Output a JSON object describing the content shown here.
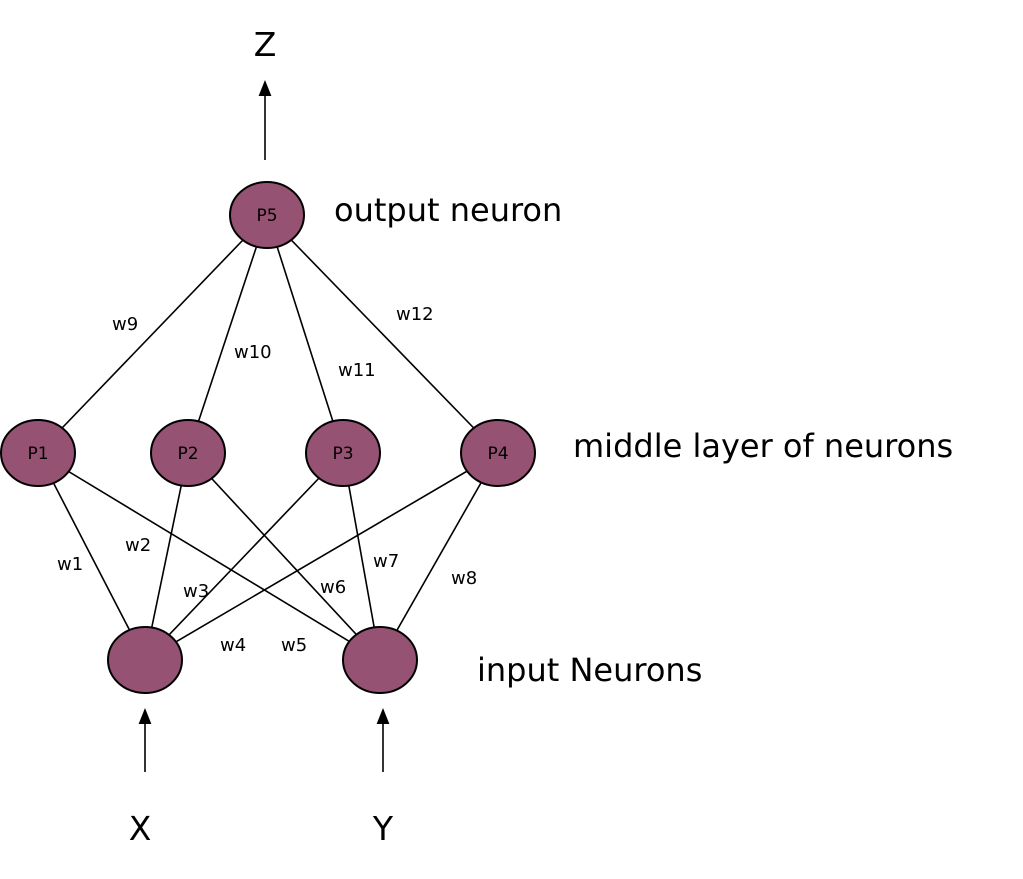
{
  "labels": {
    "output": "output neuron",
    "middle": "middle layer of neurons",
    "input": "input Neurons",
    "z": "Z",
    "x": "X",
    "y": "Y"
  },
  "nodes": {
    "P5": "P5",
    "P1": "P1",
    "P2": "P2",
    "P3": "P3",
    "P4": "P4",
    "IX": "",
    "IY": ""
  },
  "weights": [
    "w1",
    "w2",
    "w3",
    "w4",
    "w5",
    "w6",
    "w7",
    "w8",
    "w9",
    "w10",
    "w11",
    "w12"
  ],
  "edges": [
    [
      "IX",
      "P1"
    ],
    [
      "IX",
      "P2"
    ],
    [
      "IX",
      "P3"
    ],
    [
      "IX",
      "P4"
    ],
    [
      "IY",
      "P1"
    ],
    [
      "IY",
      "P2"
    ],
    [
      "IY",
      "P3"
    ],
    [
      "IY",
      "P4"
    ],
    [
      "P1",
      "P5"
    ],
    [
      "P2",
      "P5"
    ],
    [
      "P3",
      "P5"
    ],
    [
      "P4",
      "P5"
    ]
  ],
  "colors": {
    "node": "#955272"
  }
}
